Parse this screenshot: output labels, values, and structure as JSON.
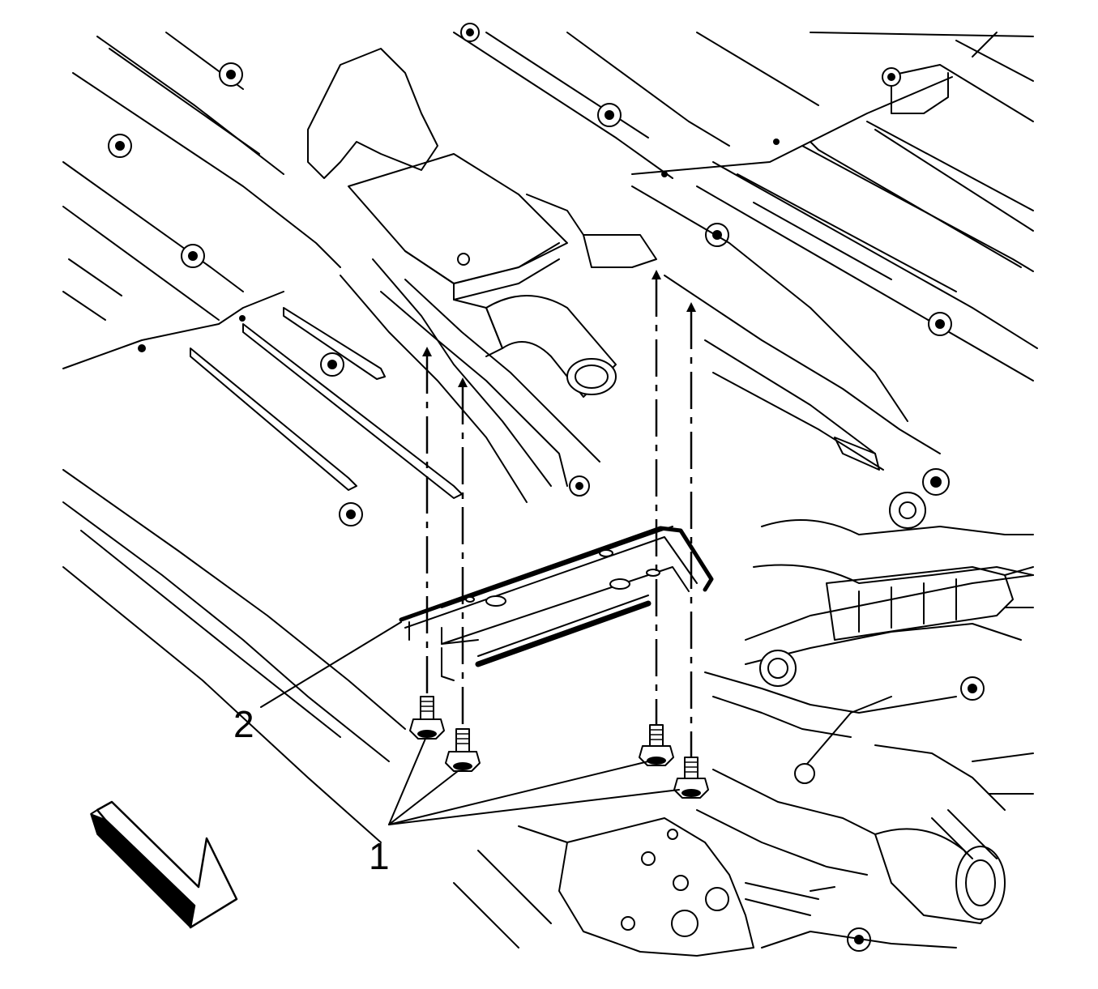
{
  "diagram": {
    "callouts": [
      {
        "id": "1",
        "label": "1"
      },
      {
        "id": "2",
        "label": "2"
      }
    ],
    "icons": {
      "direction": "front-direction-arrow-icon"
    },
    "colors": {
      "ink": "#000000",
      "paper": "#ffffff"
    }
  }
}
